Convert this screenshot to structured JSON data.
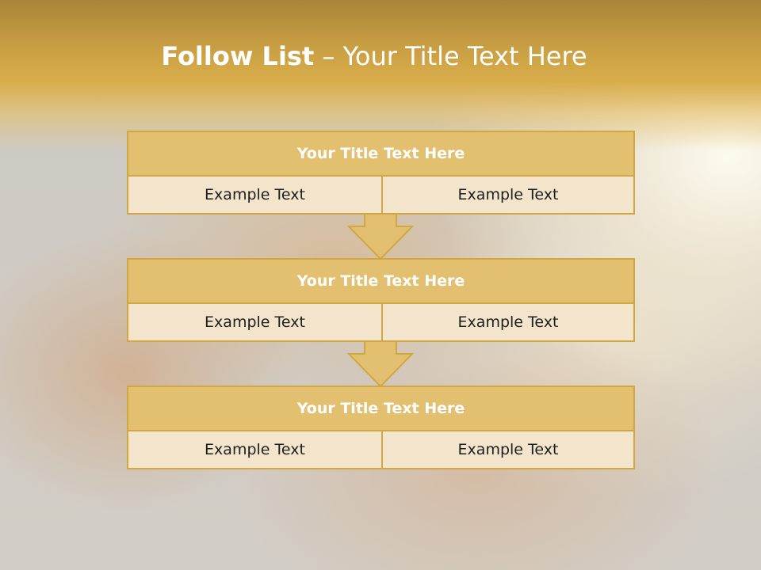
{
  "slide": {
    "title_strong": "Follow List",
    "title_rest": " – Your Title Text Here"
  },
  "blocks": [
    {
      "title": "Your Title Text Here",
      "left": "Example Text",
      "right": "Example Text"
    },
    {
      "title": "Your Title Text Here",
      "left": "Example Text",
      "right": "Example Text"
    },
    {
      "title": "Your Title Text Here",
      "left": "Example Text",
      "right": "Example Text"
    }
  ],
  "colors": {
    "accent": "#d2a640",
    "header_fill": "#e3c070",
    "cell_fill": "#f3e5cc"
  }
}
